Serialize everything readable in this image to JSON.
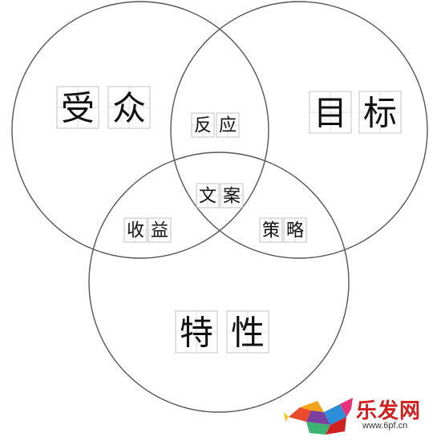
{
  "diagram": {
    "circles": [
      "circle-audience",
      "circle-goal",
      "circle-feature"
    ],
    "regions": {
      "audience": [
        "受",
        "众"
      ],
      "goal": [
        "目",
        "标"
      ],
      "feature": [
        "特",
        "性"
      ],
      "reaction": [
        "反",
        "应"
      ],
      "benefit": [
        "收",
        "益"
      ],
      "strategy": [
        "策",
        "略"
      ],
      "copywriting": [
        "文",
        "案"
      ]
    }
  },
  "watermark": {
    "brand": "乐发网",
    "url": "www.6pf.cn"
  },
  "colors": {
    "circle_stroke": "#555555",
    "text": "#111111",
    "brand_red": "#d21f1f"
  }
}
